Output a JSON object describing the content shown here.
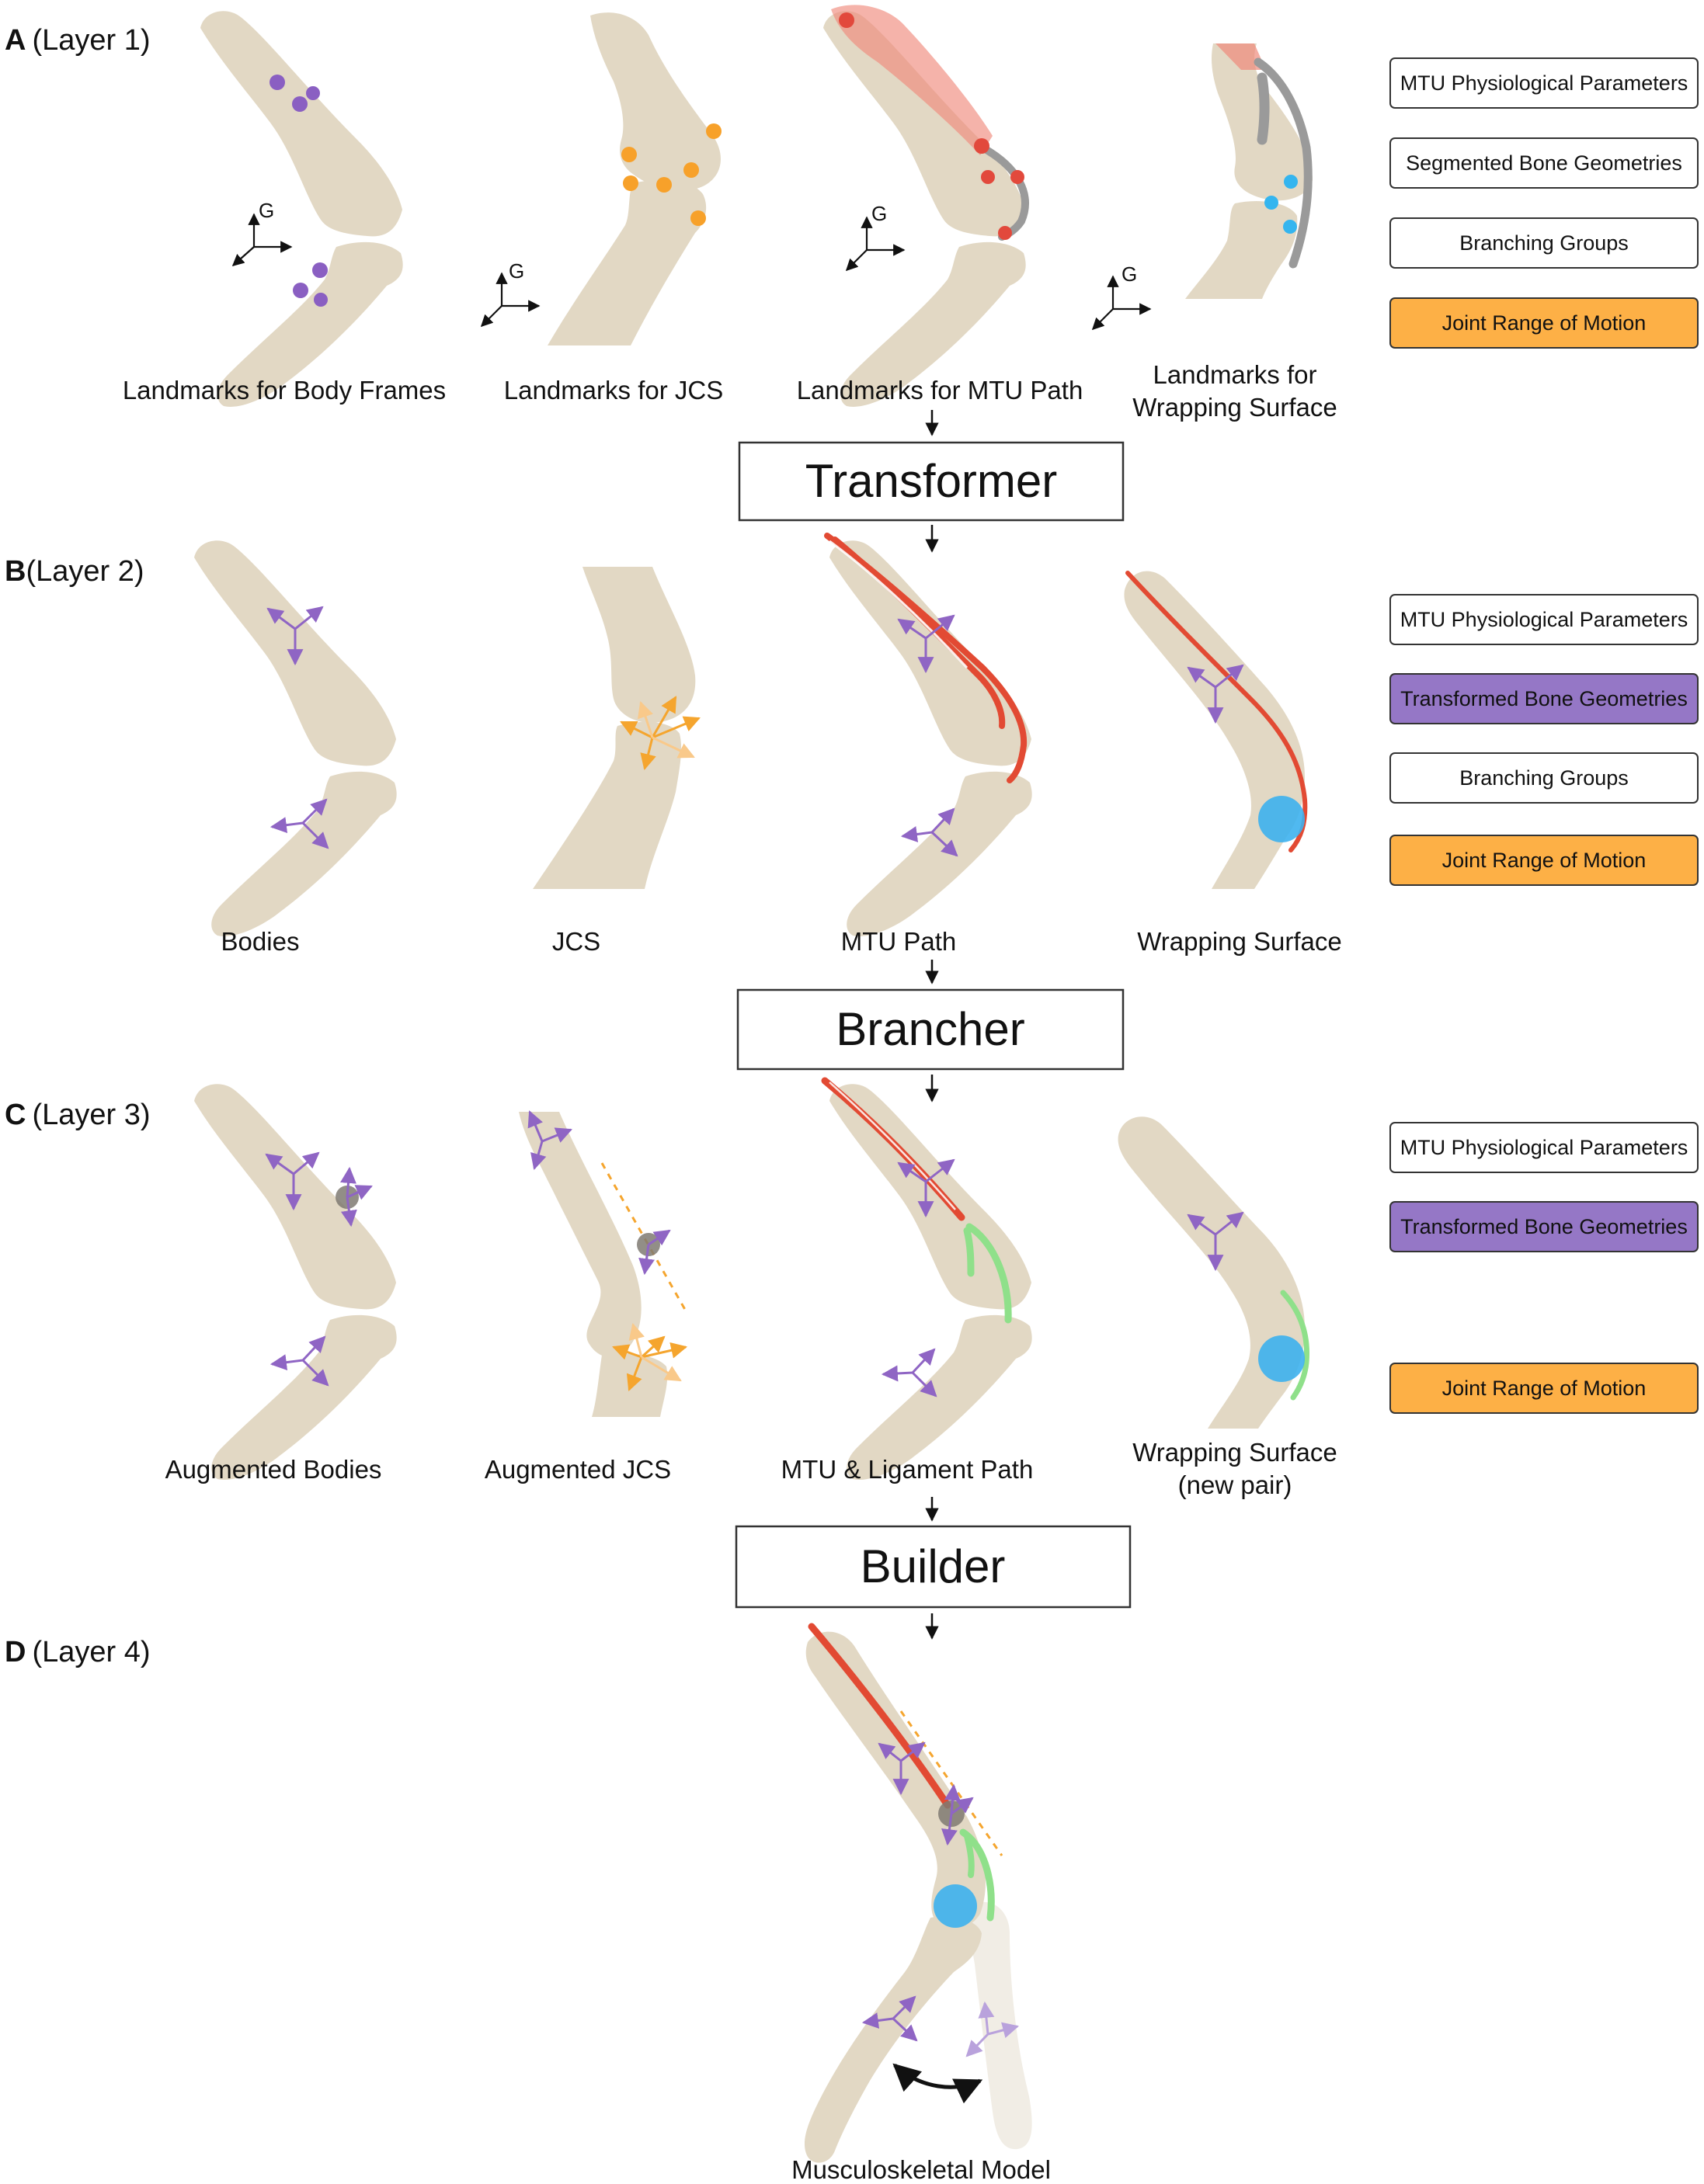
{
  "layers": [
    {
      "letter": "A",
      "label": "(Layer 1)"
    },
    {
      "letter": "B",
      "label": "(Layer 2)"
    },
    {
      "letter": "C",
      "label": "(Layer 3)"
    },
    {
      "letter": "D",
      "label": "(Layer 4)"
    }
  ],
  "captions": {
    "a1": "Landmarks for Body Frames",
    "a2": "Landmarks for JCS",
    "a3": "Landmarks for MTU Path",
    "a4_line1": "Landmarks for",
    "a4_line2": "Wrapping Surface",
    "b1": "Bodies",
    "b2": "JCS",
    "b3": "MTU Path",
    "b4": "Wrapping Surface",
    "c1": "Augmented Bodies",
    "c2": "Augmented JCS",
    "c3": "MTU & Ligament Path",
    "c4_line1": "Wrapping Surface",
    "c4_line2": "(new pair)",
    "d": "Musculoskeletal Model"
  },
  "axis_label": "G",
  "stages": {
    "transformer": "Transformer",
    "brancher": "Brancher",
    "builder": "Builder"
  },
  "side_boxes": {
    "a": [
      "MTU Physiological Parameters",
      "Segmented Bone Geometries",
      "Branching Groups",
      "Joint Range of Motion"
    ],
    "b": [
      "MTU Physiological Parameters",
      "Transformed Bone Geometries",
      "Branching Groups",
      "Joint Range of Motion"
    ],
    "c": [
      "MTU Physiological Parameters",
      "Transformed Bone Geometries",
      "Joint Range of Motion"
    ]
  },
  "colors": {
    "bone": "#e2d8c4",
    "landmark_purple": "#8a5fc2",
    "landmark_orange": "#f7a12a",
    "landmark_red": "#e2493c",
    "landmark_blue": "#34b5ef",
    "mtu_red": "#e24a33",
    "ligament_green": "#8fe08a",
    "wrap_blue": "#3db1ee",
    "frame_purple": "#8f65c4",
    "joint_orange": "#f5a52e",
    "box_orange": "#fdb046",
    "box_purple": "#9577c6"
  }
}
